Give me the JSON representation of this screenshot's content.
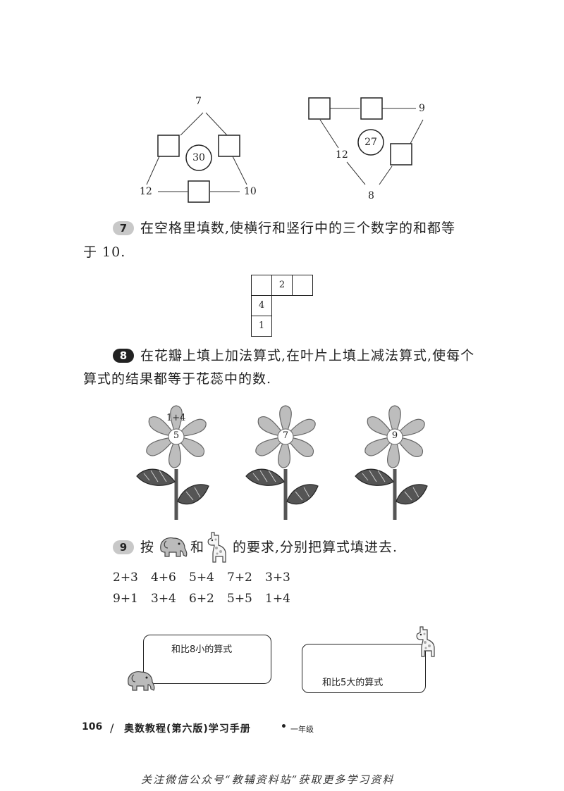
{
  "puzzle_triangle": {
    "top": "7",
    "center": "30",
    "bottom_left": "12",
    "bottom_right": "10"
  },
  "puzzle_inverted": {
    "right": "9",
    "center": "27",
    "left": "12",
    "bottom": "8"
  },
  "q7": {
    "number": "7",
    "line1": "在空格里填数,使横行和竖行中的三个数字的和都等",
    "line2": "于 10.",
    "grid": {
      "row_values": [
        "",
        "2",
        ""
      ],
      "col_values": [
        "4",
        "1"
      ]
    }
  },
  "q8": {
    "number": "8",
    "line1": "在花瓣上填上加法算式,在叶片上填上减法算式,使每个",
    "line2": "算式的结果都等于花蕊中的数.",
    "flowers": [
      {
        "center": "5",
        "example": "1+4"
      },
      {
        "center": "7",
        "example": ""
      },
      {
        "center": "9",
        "example": ""
      }
    ]
  },
  "q9": {
    "number": "9",
    "prefix": "按",
    "middle": "和",
    "suffix": "的要求,分别把算式填进去.",
    "row1": [
      "2+3",
      "4+6",
      "5+4",
      "7+2",
      "3+3"
    ],
    "row2": [
      "9+1",
      "3+4",
      "6+2",
      "5+5",
      "1+4"
    ],
    "card_left": "和比8小的算式",
    "card_right": "和比5大的算式"
  },
  "footer": {
    "page": "106",
    "slash": "/",
    "title": "奥数教程(第六版)学习手册",
    "dot": "•",
    "grade": "一年级"
  },
  "watermark": "关注微信公众号“教辅资料站”获取更多学习资料"
}
